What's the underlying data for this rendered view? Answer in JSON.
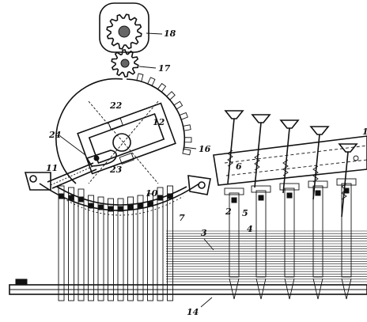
{
  "figure": {
    "labels": {
      "l18": "18",
      "l17": "17",
      "l22": "22",
      "l12": "12",
      "l24": "24",
      "l23": "23",
      "l16": "16",
      "l10": "10",
      "l11": "11",
      "l7": "7",
      "l3": "3",
      "l2": "2",
      "l5": "5",
      "l4": "4",
      "l6": "6",
      "l1": "1",
      "l14": "14"
    }
  }
}
